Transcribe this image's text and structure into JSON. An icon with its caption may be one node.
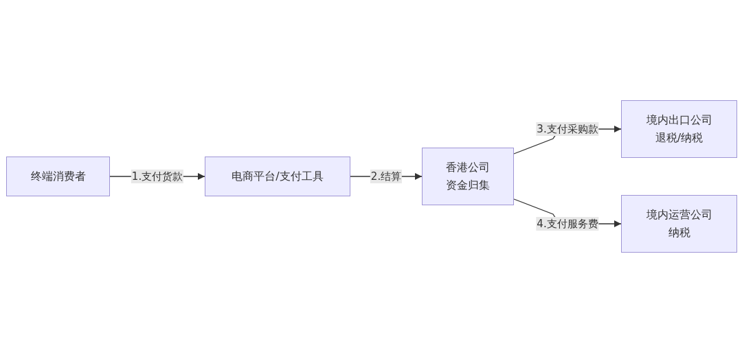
{
  "diagram": {
    "nodes": [
      {
        "text": [
          "终端消费者"
        ]
      },
      {
        "text": [
          "电商平台/支付工具"
        ]
      },
      {
        "text": [
          "香港公司",
          "资金归集"
        ]
      },
      {
        "text": [
          "境内出口公司",
          "退税/纳税"
        ]
      },
      {
        "text": [
          "境内运营公司",
          "纳税"
        ]
      }
    ],
    "edges": [
      {
        "from": 0,
        "to": 1,
        "arrow": "to",
        "label": "1.支付货款"
      },
      {
        "from": 1,
        "to": 2,
        "arrow": "to",
        "label": "2.结算"
      },
      {
        "from": 2,
        "to": 3,
        "arrow": "to",
        "label": "3.支付采购款"
      },
      {
        "from": 2,
        "to": 4,
        "arrow": "to",
        "label": "4.支付服务费"
      }
    ]
  }
}
